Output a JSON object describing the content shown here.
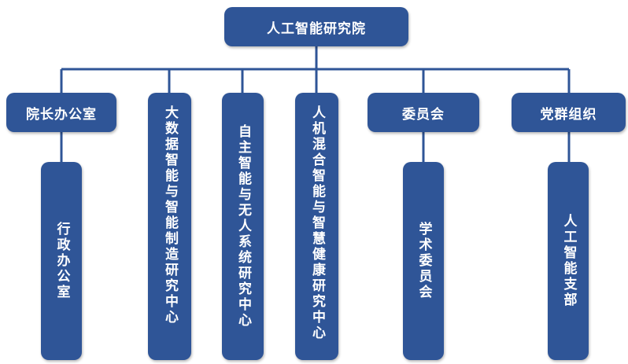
{
  "colors": {
    "node_fill": "#2f5597",
    "node_text": "#ffffff",
    "connector": "#2f5597",
    "background": "#ffffff"
  },
  "root": {
    "label": "人工智能研究院"
  },
  "departments": [
    {
      "label": "院长办公室",
      "child": "行政办公室"
    },
    {
      "label": "大数据智能与智能制造研究中心"
    },
    {
      "label": "自主智能与无人系统研究中心"
    },
    {
      "label": "人机混合智能与智慧健康研究中心"
    },
    {
      "label": "委员会",
      "child": "学术委员会"
    },
    {
      "label": "党群组织",
      "child": "人工智能支部"
    }
  ]
}
